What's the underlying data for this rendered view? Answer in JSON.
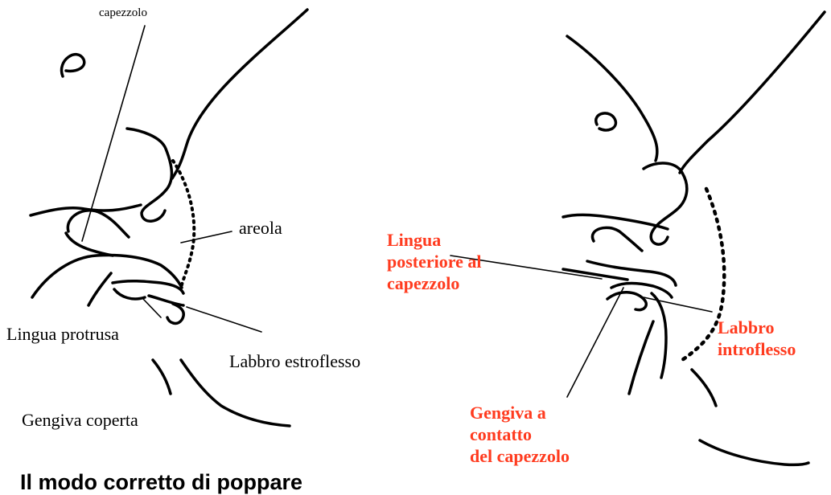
{
  "left_diagram": {
    "label_nipple": "capezzolo",
    "label_areola": "areola",
    "label_tongue": "Lingua protrusa",
    "label_lip": "Labbro  estroflesso",
    "label_gum": "Gengiva coperta"
  },
  "right_diagram": {
    "label_tongue_line1": "Lingua",
    "label_tongue_line2": "posteriore al",
    "label_tongue_line3": "capezzolo",
    "label_lip_line1": "Labbro",
    "label_lip_line2": "introflesso",
    "label_gum_line1": "Gengiva a",
    "label_gum_line2": "contatto",
    "label_gum_line3": "del capezzolo"
  },
  "caption": "Il modo corretto di poppare",
  "colors": {
    "accent_label": "#ff3b1f",
    "ink": "#000000"
  }
}
